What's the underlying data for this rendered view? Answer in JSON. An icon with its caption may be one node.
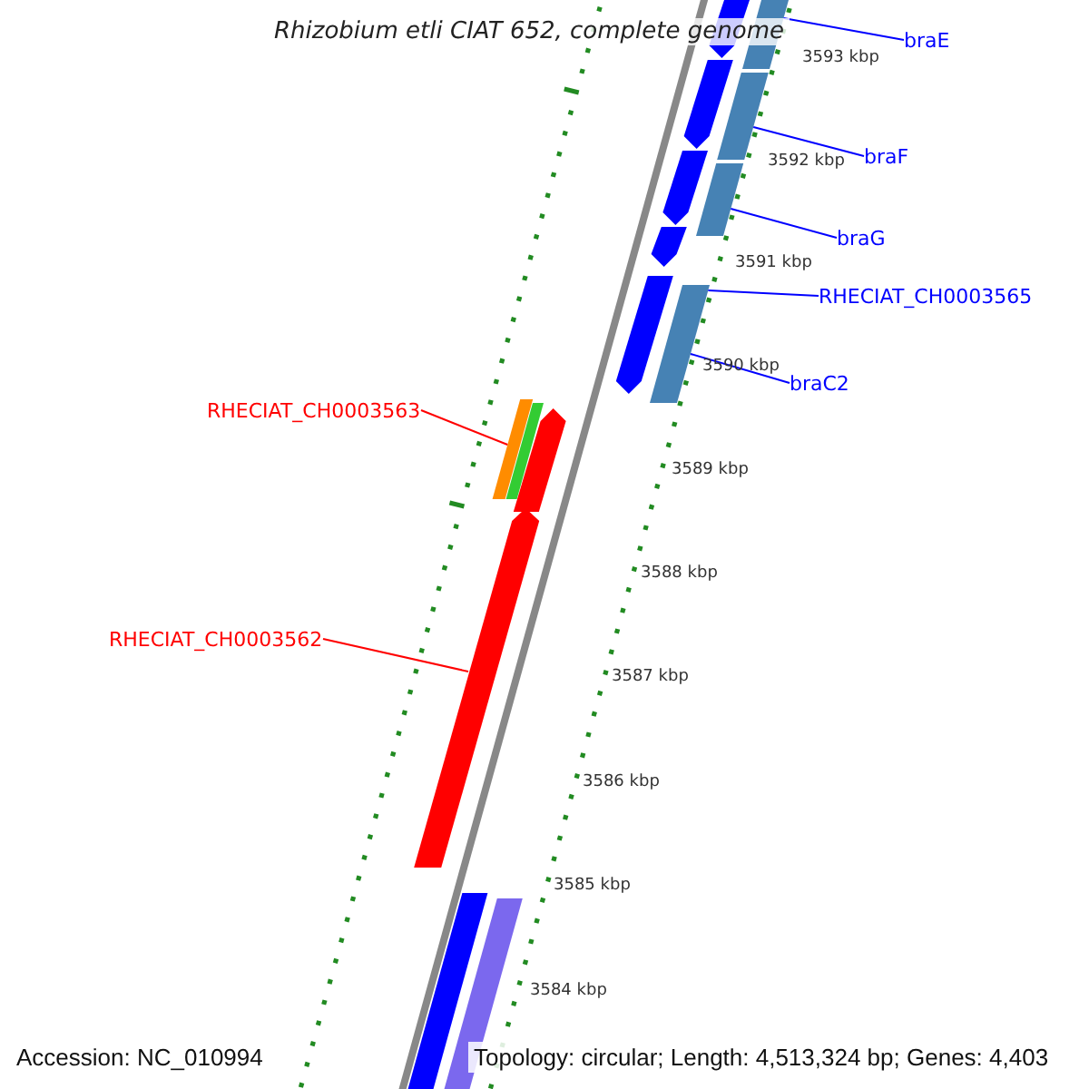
{
  "diagram": {
    "title": "Rhizobium etli CIAT 652, complete genome",
    "nodes": [
      {
        "text": [
          "braE"
        ]
      },
      {
        "text": [],
        "shape": "bar"
      },
      {
        "text": [
          "braF"
        ]
      },
      {
        "text": [],
        "shape": "bar"
      },
      {
        "text": [
          "braG"
        ]
      },
      {
        "text": [],
        "shape": "bar"
      },
      {
        "text": [
          "RHECIAT_CH0003565"
        ]
      },
      {
        "text": [
          "braC2"
        ]
      },
      {
        "text": [],
        "shape": "bar"
      },
      {
        "text": [
          "RHECIAT_CH0003563"
        ]
      },
      {
        "text": [],
        "shape": "bar"
      },
      {
        "text": [
          "RHECIAT_CH0003562"
        ]
      },
      {
        "text": [],
        "shape": "bar"
      }
    ],
    "edges": [
      {
        "from": 0,
        "to": 1,
        "arrow": "none"
      },
      {
        "from": 2,
        "to": 3,
        "arrow": "none"
      },
      {
        "from": 4,
        "to": 5,
        "arrow": "none"
      },
      {
        "from": 6,
        "to": 8,
        "arrow": "none"
      },
      {
        "from": 7,
        "to": 8,
        "arrow": "none"
      },
      {
        "from": 9,
        "to": 10,
        "arrow": "none",
        "color": "#ff0000"
      },
      {
        "from": 11,
        "to": 12,
        "arrow": "none",
        "color": "#ff0000"
      }
    ],
    "labels": [
      "3593 kbp",
      "3592 kbp",
      "3591 kbp",
      "3590 kbp",
      "3589 kbp",
      "3588 kbp",
      "3587 kbp",
      "3586 kbp",
      "3585 kbp",
      "3584 kbp",
      "Accession: NC_010994",
      "Topology: circular; Length: 4,513,324 bp; Genes: 4,403"
    ]
  }
}
